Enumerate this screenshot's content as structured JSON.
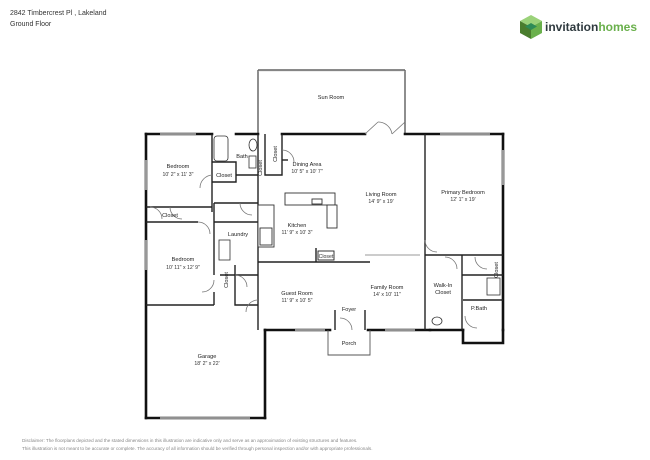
{
  "header": {
    "address": "2842 Timbercrest Pl , Lakeland",
    "floor": "Ground Floor"
  },
  "logo": {
    "word_left": "invitation",
    "word_right": "homes",
    "colors": [
      "#6ab04c",
      "#2e8b57",
      "#9bd27a",
      "#4a7d2e"
    ]
  },
  "rooms": {
    "sun_room": {
      "name": "Sun Room"
    },
    "bedroom1": {
      "name": "Bedroom",
      "dims": "10' 2\" x 11' 3\""
    },
    "bath": {
      "name": "Bath"
    },
    "closet_bath": {
      "name": "Closet"
    },
    "closet_bed1": {
      "name": "Closet"
    },
    "closet_hall": {
      "name": "Closet"
    },
    "closet_dining": {
      "name": "Closet"
    },
    "dining": {
      "name": "Dining Area",
      "dims": "10' 5\" x 10' 7\""
    },
    "living": {
      "name": "Living Room",
      "dims": "14' 9\" x 19'"
    },
    "primary_bedroom": {
      "name": "Primary Bedroom",
      "dims": "12' 1\" x 19'"
    },
    "kitchen": {
      "name": "Kitchen",
      "dims": "11' 9\" x 10' 3\""
    },
    "closet_kitchen": {
      "name": "Closet"
    },
    "laundry": {
      "name": "Laundry"
    },
    "bedroom2": {
      "name": "Bedroom",
      "dims": "10' 11\" x 12' 9\""
    },
    "closet_bed2": {
      "name": "Closet"
    },
    "guest_room": {
      "name": "Guest Room",
      "dims": "11' 9\" x 10' 5\""
    },
    "family_room": {
      "name": "Family Room",
      "dims": "14' x 10' 11\""
    },
    "walkin_closet": {
      "name": "Walk-In Closet",
      "line1": "Walk-In",
      "line2": "Closet"
    },
    "closet_pbath": {
      "name": "Closet"
    },
    "pbath": {
      "name": "P.Bath"
    },
    "foyer": {
      "name": "Foyer"
    },
    "porch": {
      "name": "Porch"
    },
    "garage": {
      "name": "Garage",
      "dims": "18' 2\" x 22'"
    }
  },
  "disclaimer": {
    "line1": "Disclaimer: The floorplans depicted and the stated dimensions in this illustration are indicative only and serve as an approximation of existing structures and features.",
    "line2": "This illustration is not meant to be accurate or complete. The accuracy of all information should be verified through personal inspection and/or with appropriate professionals."
  }
}
